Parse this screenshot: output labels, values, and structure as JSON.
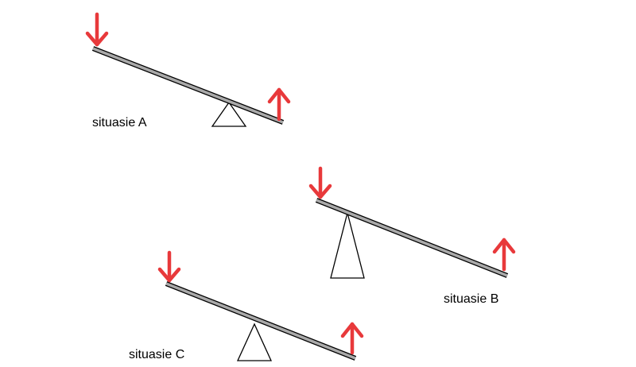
{
  "scenes": [
    {
      "id": "a",
      "label": "situasie A"
    },
    {
      "id": "b",
      "label": "situasie B"
    },
    {
      "id": "c",
      "label": "situasie C"
    }
  ],
  "colors": {
    "arrow": "#e8393b",
    "beam_fill": "#a9a9a9",
    "outline": "#000000",
    "background": "#ffffff"
  },
  "icons": {
    "force_down": "down-arrow-icon",
    "force_up": "up-arrow-icon",
    "fulcrum": "triangle-fulcrum"
  }
}
